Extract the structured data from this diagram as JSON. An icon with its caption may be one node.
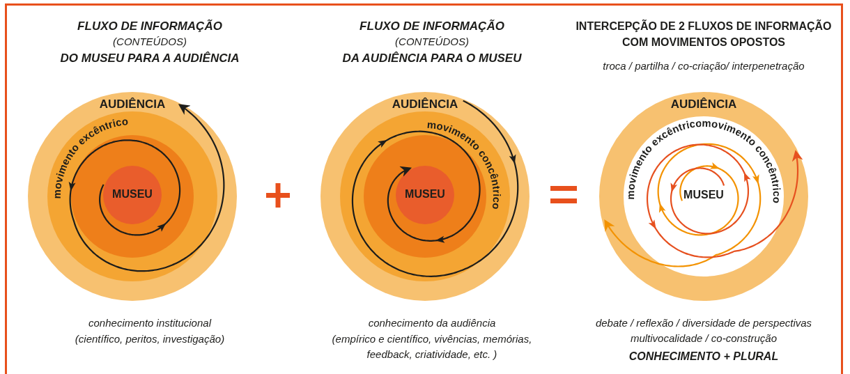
{
  "diagram": {
    "nodes": [
      {
        "text": [
          "AUDIÊNCIA"
        ]
      },
      {
        "text": [],
        "shape": "circle",
        "in": 0
      },
      {
        "text": [],
        "shape": "circle",
        "in": 1
      },
      {
        "text": [
          "MUSEU"
        ],
        "in": 2
      },
      {
        "text": [
          "AUDIÊNCIA"
        ]
      },
      {
        "text": [],
        "shape": "circle",
        "in": 4
      },
      {
        "text": [],
        "shape": "circle",
        "in": 5
      },
      {
        "text": [
          "MUSEU"
        ],
        "in": 6
      },
      {
        "text": [
          "AUDIÊNCIA"
        ]
      },
      {
        "text": [
          "MUSEU"
        ],
        "in": 8
      }
    ],
    "edges": [
      {
        "from": 3,
        "to": 0,
        "arrow": "to"
      },
      {
        "from": 4,
        "to": 7,
        "arrow": "to"
      },
      {
        "from": 9,
        "to": 8,
        "arrow": "to",
        "color": "#f39200"
      },
      {
        "from": 9,
        "to": 8,
        "arrow": "to",
        "color": "#e6501f"
      }
    ],
    "labels": [
      "FLUXO DE INFORMAÇÃO",
      "(CONTEÚDOS)",
      "DO MUSEU PARA A AUDIÊNCIA",
      "FLUXO DE INFORMAÇÃO",
      "(CONTEÚDOS)",
      "DA AUDIÊNCIA PARA O MUSEU",
      "INTERCEPÇÃO DE 2 FLUXOS DE INFORMAÇÃO COM MOVIMENTOS OPOSTOS",
      "troca / partilha / co-criação/ interpenetração",
      "movimento excêntrico",
      "movimento concêntrico",
      "movimento excêntrico",
      "movimento concêntrico",
      "conhecimento institucional",
      "(científico, peritos, investigação)",
      "conhecimento da audiência",
      "(empírico e científico, vivências, memórias, feedback, criatividade, etc. )",
      "debate / reflexão / diversidade de perspectivas multivocalidade / co-construção",
      "CONHECIMENTO + PLURAL"
    ]
  }
}
